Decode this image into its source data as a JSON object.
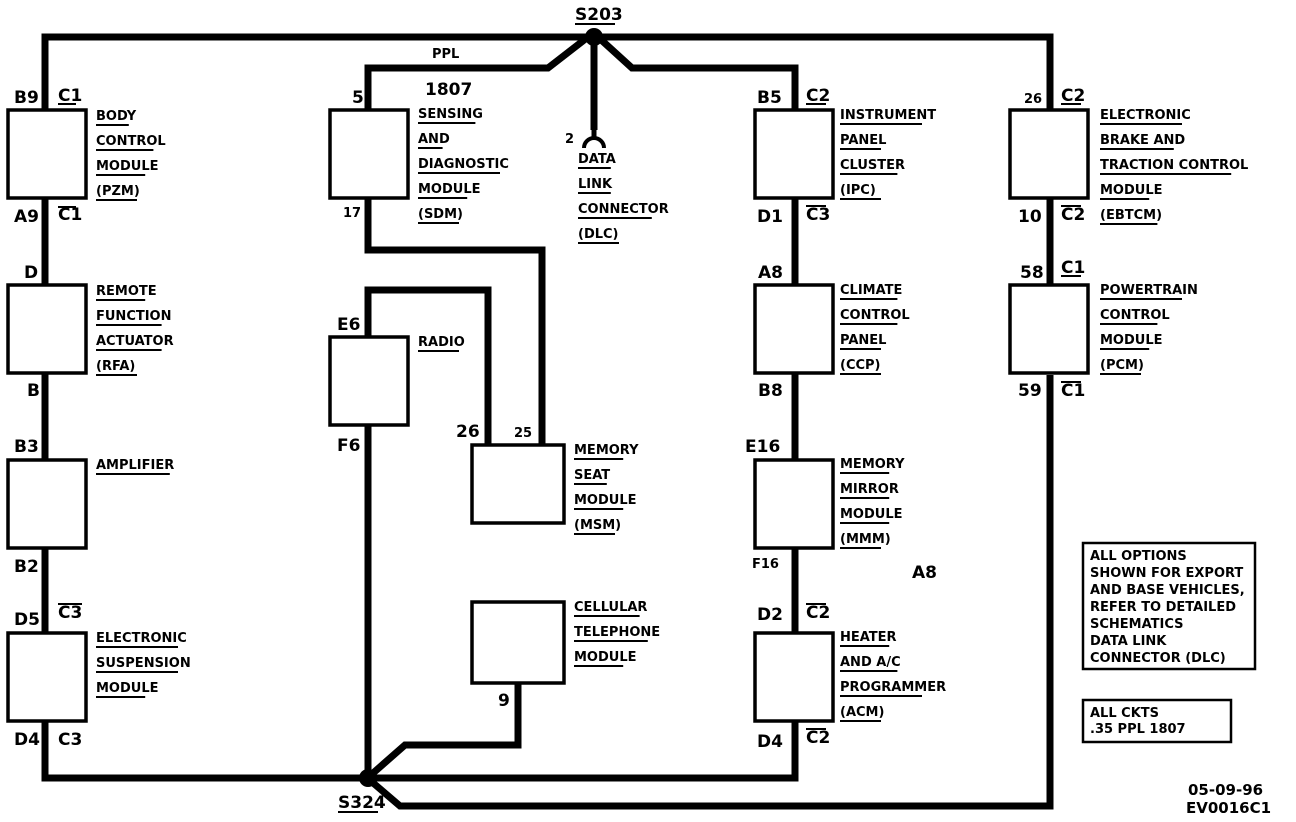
{
  "splices": {
    "top": "S203",
    "bottom": "S324"
  },
  "wire": {
    "color_code": "PPL",
    "circuit": "1807"
  },
  "modules": {
    "bcm": {
      "name": [
        "BODY",
        "CONTROL",
        "MODULE"
      ],
      "abbr": "(PZM)",
      "pin_top": "B9",
      "conn_top": "C1",
      "pin_bottom": "A9",
      "conn_bottom": "C1"
    },
    "rfa": {
      "name": [
        "REMOTE",
        "FUNCTION",
        "ACTUATOR"
      ],
      "abbr": "(RFA)",
      "pin_top": "D",
      "pin_bottom": "B"
    },
    "amp": {
      "name": [
        "AMPLIFIER"
      ],
      "pin_top": "B3",
      "pin_bottom": "B2"
    },
    "esm": {
      "name": [
        "ELECTRONIC",
        "SUSPENSION",
        "MODULE"
      ],
      "pin_top": "D5",
      "conn_top": "C3",
      "pin_bottom": "D4",
      "conn_bottom": "C3"
    },
    "sdm": {
      "name": [
        "SENSING",
        "AND",
        "DIAGNOSTIC",
        "MODULE"
      ],
      "abbr": "(SDM)",
      "pin_top": "5",
      "pin_bottom": "17"
    },
    "radio": {
      "name": [
        "RADIO"
      ],
      "pin_top": "E6",
      "pin_bottom": "F6"
    },
    "msm": {
      "name": [
        "MEMORY",
        "SEAT",
        "MODULE"
      ],
      "abbr": "(MSM)",
      "pin_a": "26",
      "pin_b": "25"
    },
    "cell": {
      "name": [
        "CELLULAR",
        "TELEPHONE",
        "MODULE"
      ],
      "pin_bottom": "9"
    },
    "dlc": {
      "name": [
        "DATA",
        "LINK",
        "CONNECTOR"
      ],
      "abbr": "(DLC)",
      "pin": "2"
    },
    "ipc": {
      "name": [
        "INSTRUMENT",
        "PANEL",
        "CLUSTER"
      ],
      "abbr": "(IPC)",
      "pin_top": "B5",
      "conn_top": "C2",
      "pin_bottom": "D1",
      "conn_bottom": "C3"
    },
    "ccp": {
      "name": [
        "CLIMATE",
        "CONTROL",
        "PANEL"
      ],
      "abbr": "(CCP)",
      "pin_top": "A8",
      "pin_bottom": "B8"
    },
    "mmm": {
      "name": [
        "MEMORY",
        "MIRROR",
        "MODULE"
      ],
      "abbr": "(MMM)",
      "pin_top": "E16",
      "pin_bottom": "F16",
      "side_label": "A8"
    },
    "acm": {
      "name": [
        "HEATER",
        "AND A/C",
        "PROGRAMMER"
      ],
      "abbr": "(ACM)",
      "pin_top": "D2",
      "conn_top": "C2",
      "pin_bottom": "D4",
      "conn_bottom": "C2"
    },
    "ebtcm": {
      "name": [
        "ELECTRONIC",
        "BRAKE AND",
        "TRACTION CONTROL",
        "MODULE"
      ],
      "abbr": "(EBTCM)",
      "pin_top": "26",
      "conn_top": "C2",
      "pin_bottom": "10",
      "conn_bottom": "C2"
    },
    "pcm": {
      "name": [
        "POWERTRAIN",
        "CONTROL",
        "MODULE"
      ],
      "abbr": "(PCM)",
      "pin_top": "58",
      "conn_top": "C1",
      "pin_bottom": "59",
      "conn_bottom": "C1"
    }
  },
  "notes": {
    "options": [
      "ALL OPTIONS",
      "SHOWN FOR EXPORT",
      "AND BASE VEHICLES,",
      "REFER TO DETAILED",
      "SCHEMATICS",
      "DATA LINK",
      "CONNECTOR (DLC)"
    ],
    "circuits": [
      "ALL CKTS",
      ".35 PPL 1807"
    ]
  },
  "footer": {
    "date": "05-09-96",
    "code": "EV0016C1"
  }
}
